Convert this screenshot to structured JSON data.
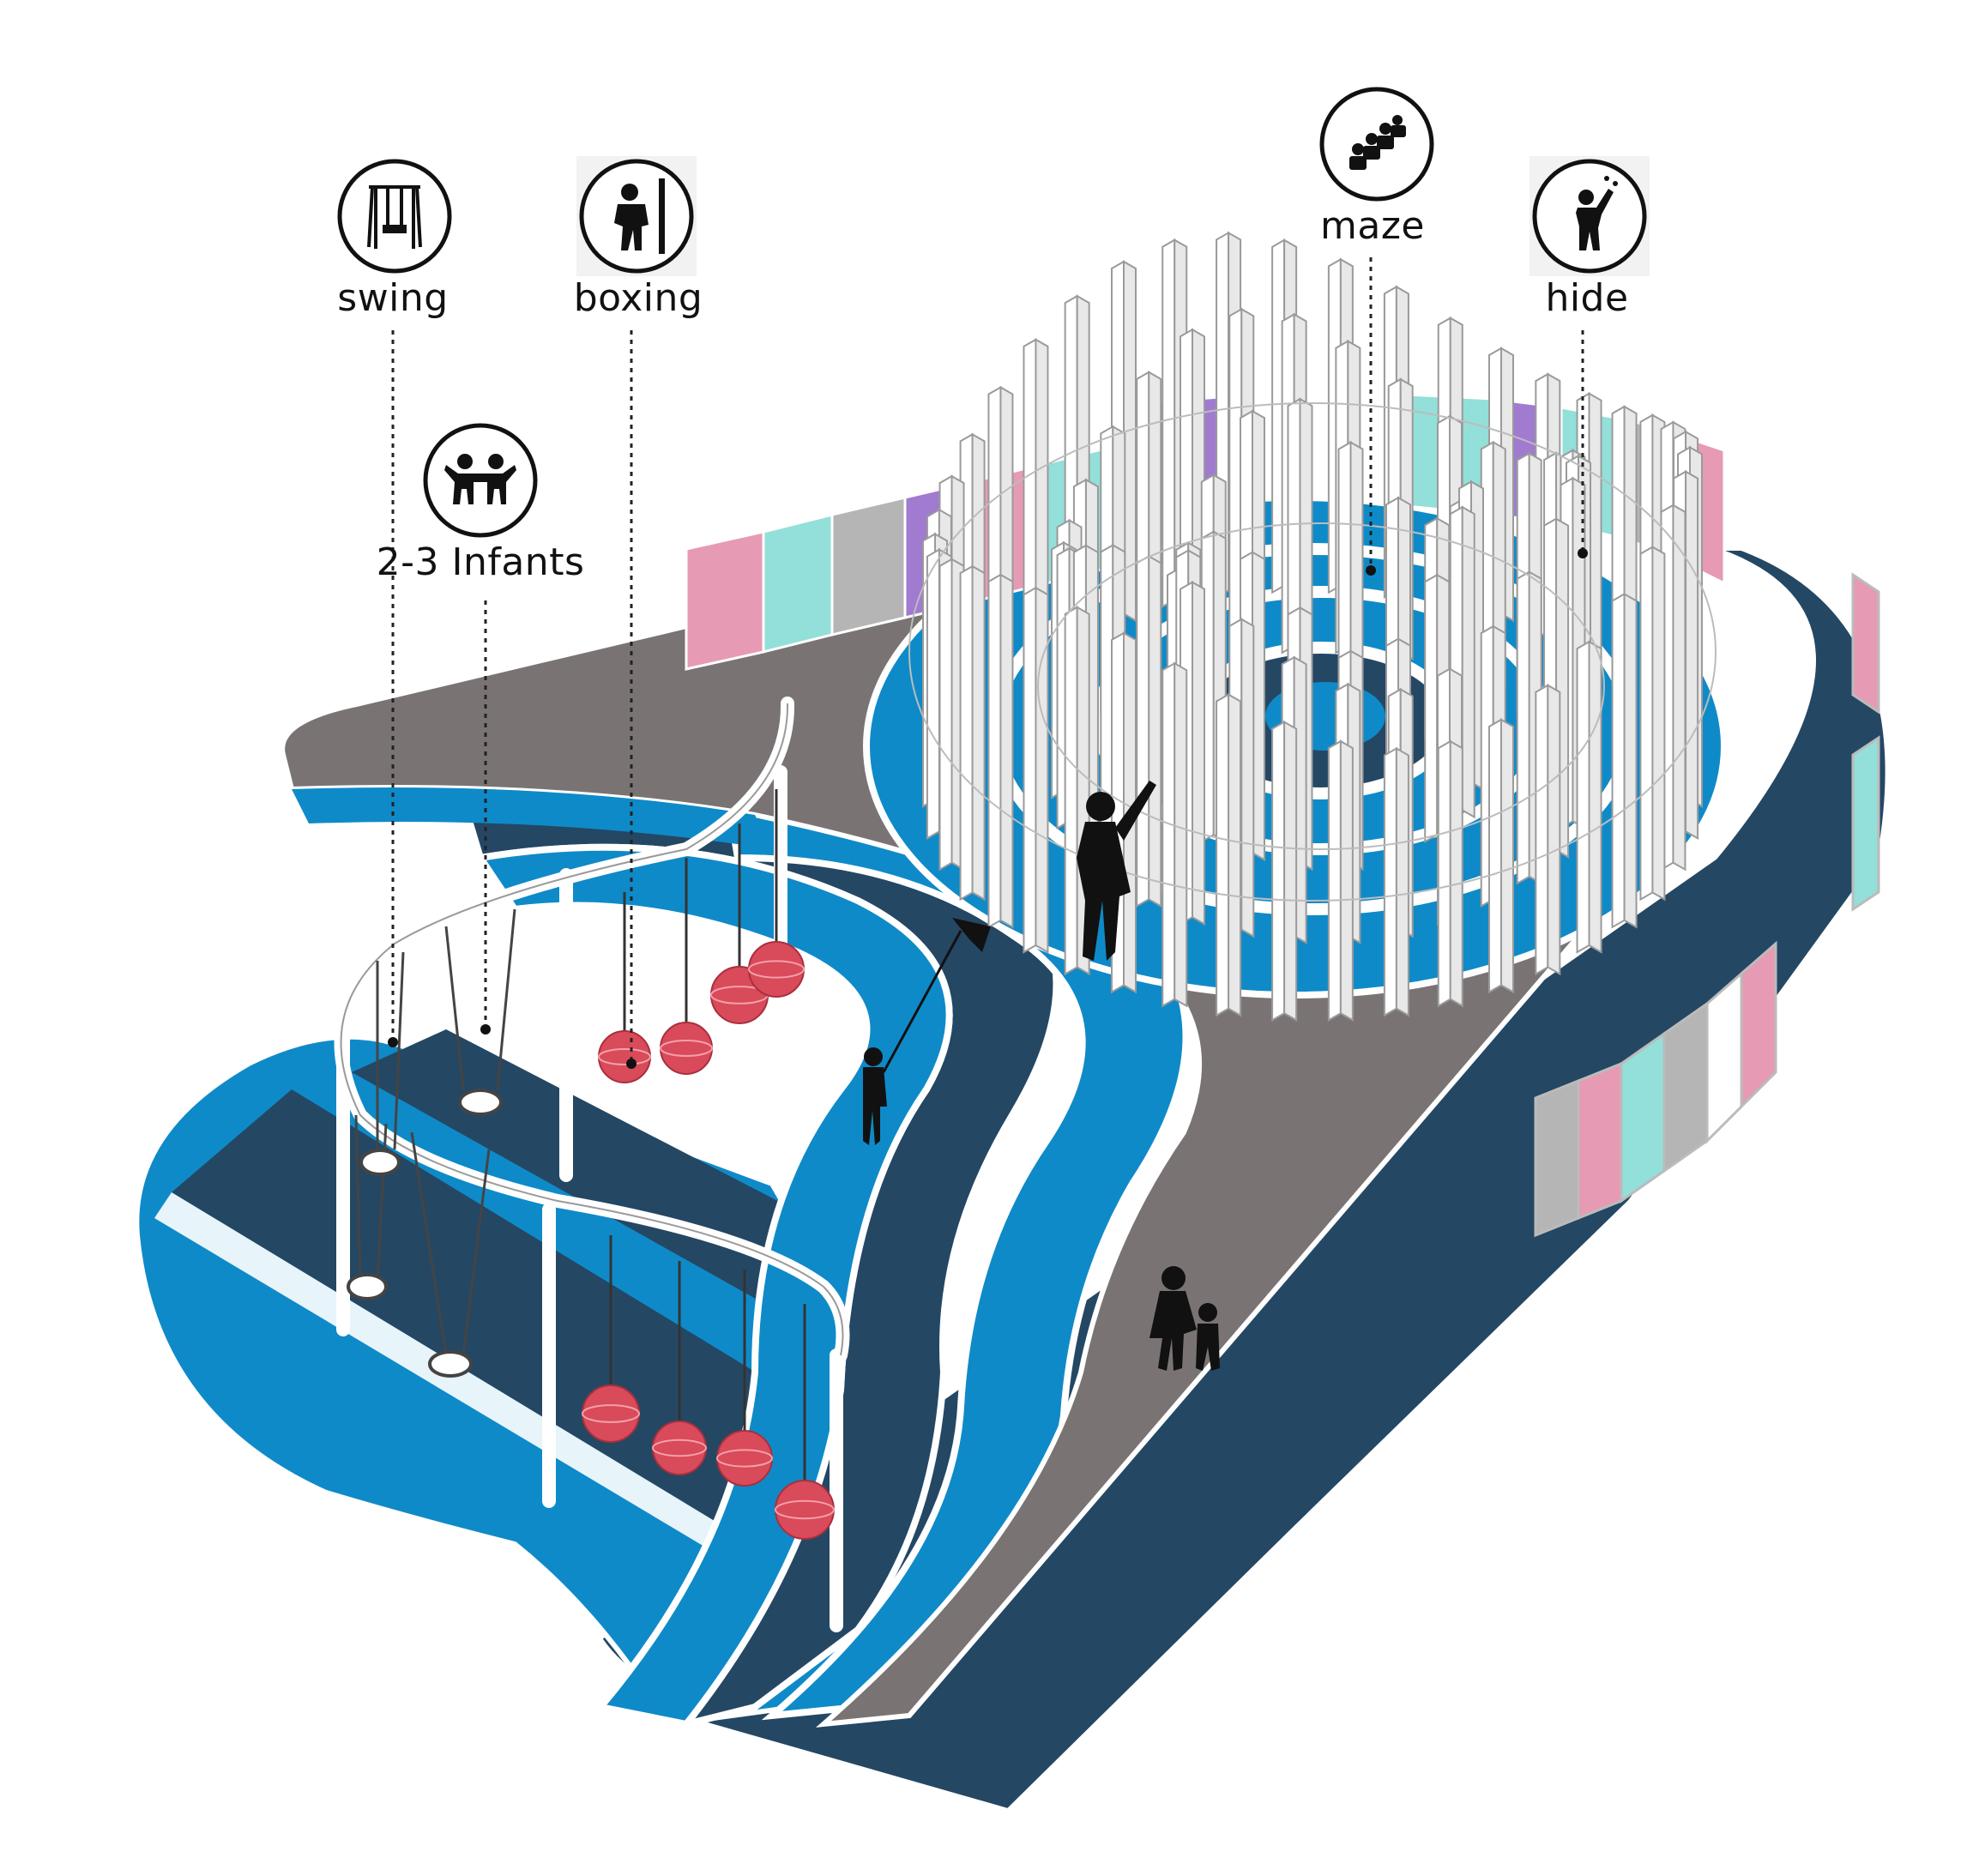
{
  "labels": {
    "swing": "swing",
    "boxing": "boxing",
    "infants": "2-3 Infants",
    "maze": "maze",
    "hide": "hide"
  },
  "colors": {
    "dark_navy": "#244764",
    "bright_blue": "#0f8ac8",
    "grey_path": "#7a7374",
    "pink": "#e79ab4",
    "teal": "#93dfd9",
    "purple": "#a07bd0",
    "light_grey": "#b5b5b5",
    "ball_red": "#d94a5a",
    "silhouette": "#111111"
  },
  "icons": {
    "swing": "swing-set-icon",
    "boxing": "boxing-child-icon",
    "infants": "two-children-icon",
    "maze": "crowd-maze-icon",
    "hide": "hiding-child-icon"
  }
}
